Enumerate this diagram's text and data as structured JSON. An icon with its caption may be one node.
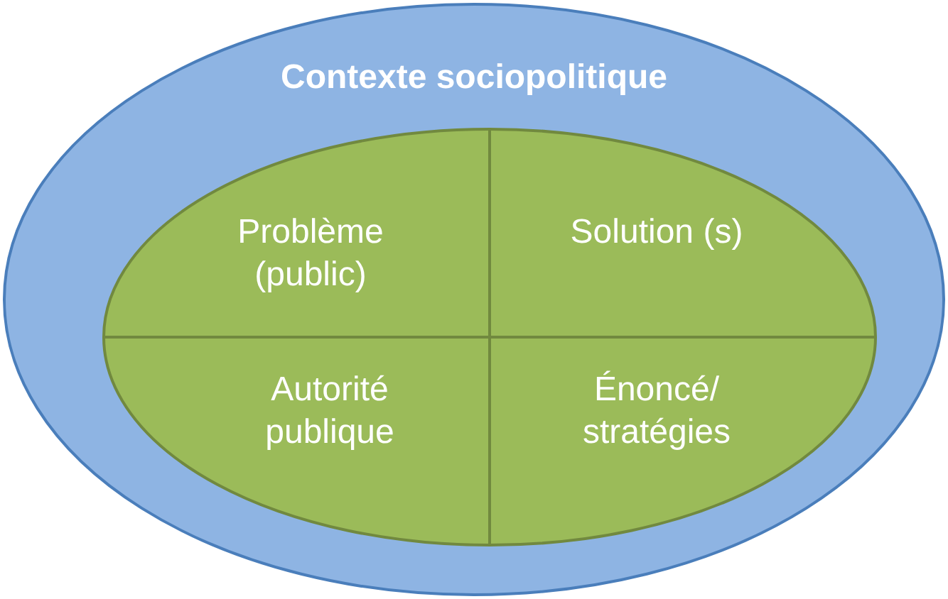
{
  "diagram": {
    "nodes": [
      {
        "text": [
          "Contexte sociopolitique"
        ]
      },
      {
        "text": [],
        "shape": "ellipse",
        "in": 0
      },
      {
        "text": [
          "Problème (public)"
        ],
        "in": 1
      },
      {
        "text": [
          "Solution (s)"
        ],
        "in": 1
      },
      {
        "text": [
          "Autorité publique"
        ],
        "in": 1
      },
      {
        "text": [
          "Énoncé/ stratégies"
        ],
        "in": 1
      }
    ],
    "edges": []
  }
}
